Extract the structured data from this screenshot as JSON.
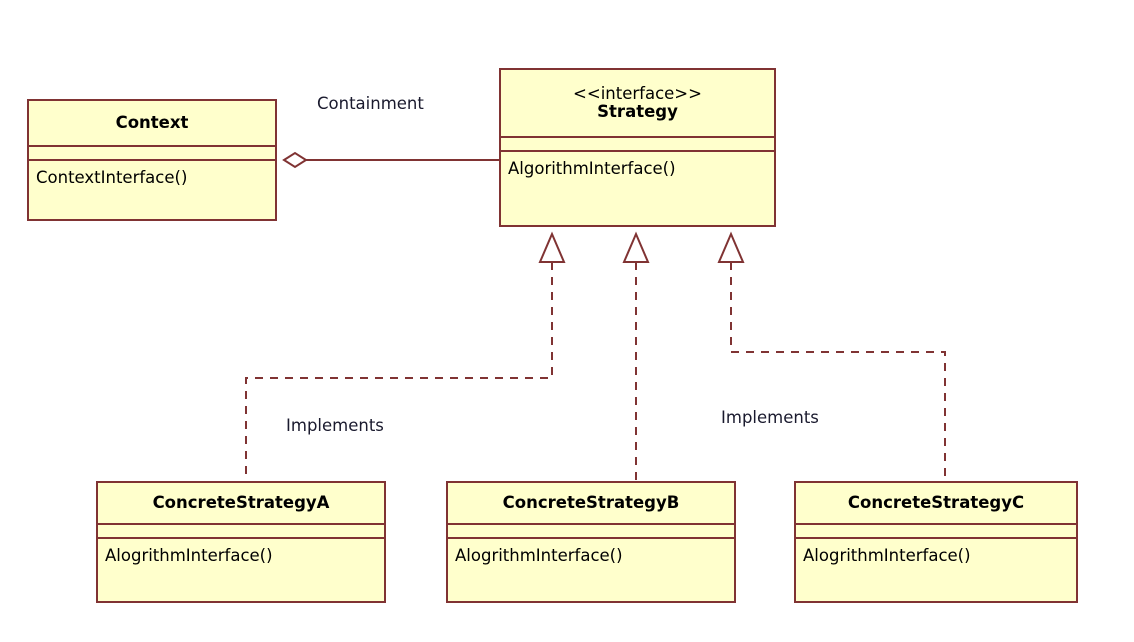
{
  "diagram": {
    "type": "uml-class-diagram",
    "title": "Strategy Pattern Class Diagram",
    "colors": {
      "class_fill": "#ffffcc",
      "class_border": "#803333",
      "edge_stroke": "#803333",
      "label_text": "#1a1a2e",
      "background": "#ffffff"
    },
    "classes": [
      {
        "id": "context",
        "name": "Context",
        "stereotype": "",
        "attributes": [],
        "operations": [
          "ContextInterface()"
        ]
      },
      {
        "id": "strategy",
        "name": "Strategy",
        "stereotype": "<<interface>>",
        "attributes": [],
        "operations": [
          "AlgorithmInterface()"
        ]
      },
      {
        "id": "concrete-strategy-a",
        "name": "ConcreteStrategyA",
        "stereotype": "",
        "attributes": [],
        "operations": [
          "AlogrithmInterface()"
        ]
      },
      {
        "id": "concrete-strategy-b",
        "name": "ConcreteStrategyB",
        "stereotype": "",
        "attributes": [],
        "operations": [
          "AlogrithmInterface()"
        ]
      },
      {
        "id": "concrete-strategy-c",
        "name": "ConcreteStrategyC",
        "stereotype": "",
        "attributes": [],
        "operations": [
          "AlogrithmInterface()"
        ]
      }
    ],
    "relationships": [
      {
        "id": "containment",
        "label": "Containment",
        "kind": "aggregation",
        "from": "context",
        "to": "strategy",
        "line": "solid",
        "decoration": "hollow-diamond"
      },
      {
        "id": "implements-a",
        "label": "Implements",
        "kind": "realization",
        "from": "concrete-strategy-a",
        "to": "strategy",
        "line": "dashed",
        "decoration": "hollow-triangle"
      },
      {
        "id": "implements-b",
        "label": "",
        "kind": "realization",
        "from": "concrete-strategy-b",
        "to": "strategy",
        "line": "dashed",
        "decoration": "hollow-triangle"
      },
      {
        "id": "implements-c",
        "label": "Implements",
        "kind": "realization",
        "from": "concrete-strategy-c",
        "to": "strategy",
        "line": "dashed",
        "decoration": "hollow-triangle"
      }
    ]
  }
}
